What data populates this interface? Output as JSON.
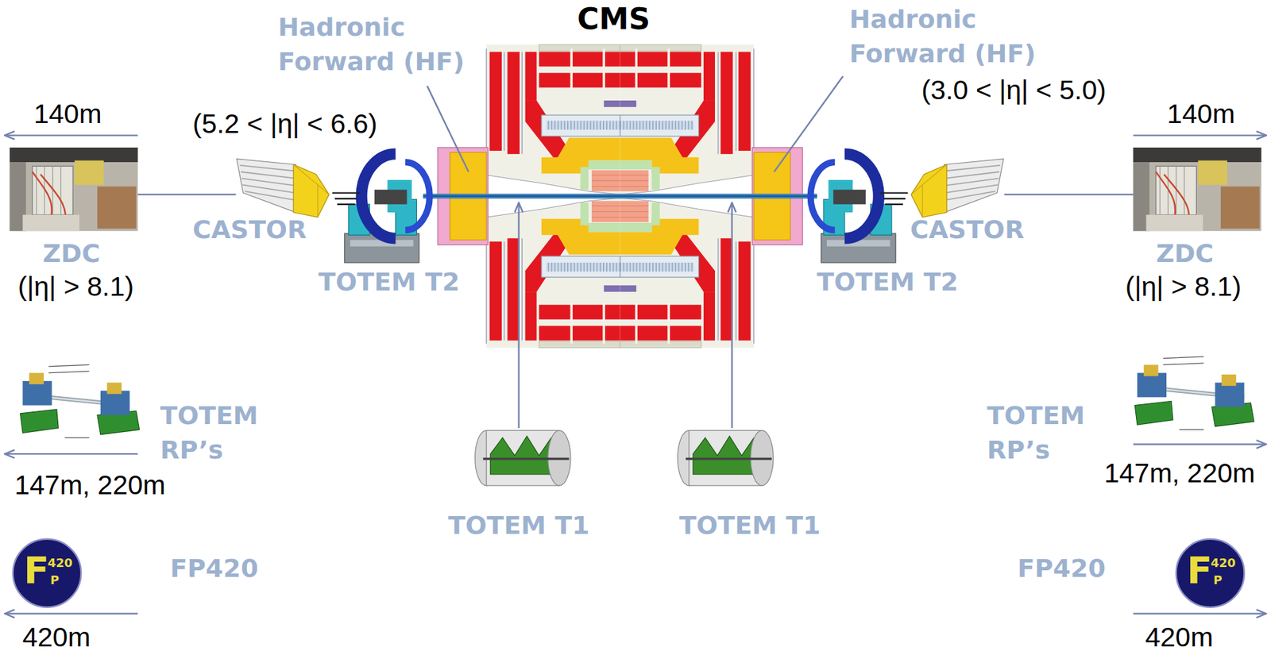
{
  "diagram": {
    "title": "CMS",
    "labels": [
      "Hadronic Forward (HF)",
      "Hadronic Forward (HF)",
      "(3.0 < |η| < 5.0)",
      "140m",
      "140m",
      "(5.2 < |η| < 6.6)",
      "CASTOR",
      "CASTOR",
      "ZDC",
      "ZDC",
      "TOTEM T2",
      "TOTEM T2",
      "(|η| > 8.1)",
      "(|η| > 8.1)",
      "TOTEM RP’s",
      "TOTEM RP’s",
      "147m, 220m",
      "147m, 220m",
      "TOTEM T1",
      "TOTEM T1",
      "FP420",
      "FP420",
      "F",
      "420",
      "P",
      "F",
      "420",
      "P",
      "420m",
      "420m"
    ]
  }
}
